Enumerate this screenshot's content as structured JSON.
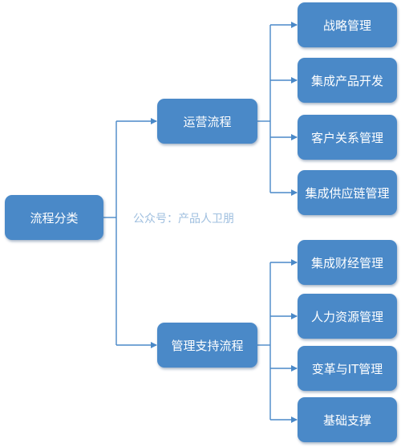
{
  "diagram": {
    "root": "流程分类",
    "branches": [
      {
        "label": "运营流程",
        "children": [
          "战略管理",
          "集成产品开发",
          "客户关系管理",
          "集成供应链管理"
        ]
      },
      {
        "label": "管理支持流程",
        "children": [
          "集成财经管理",
          "人力资源管理",
          "变革与IT管理",
          "基础支撑"
        ]
      }
    ],
    "watermark": "公众号：产品人卫朋"
  },
  "colors": {
    "node_fill": "#4a89c8",
    "connector": "#4a89c8",
    "text": "#ffffff",
    "watermark": "#9fbfdf"
  }
}
